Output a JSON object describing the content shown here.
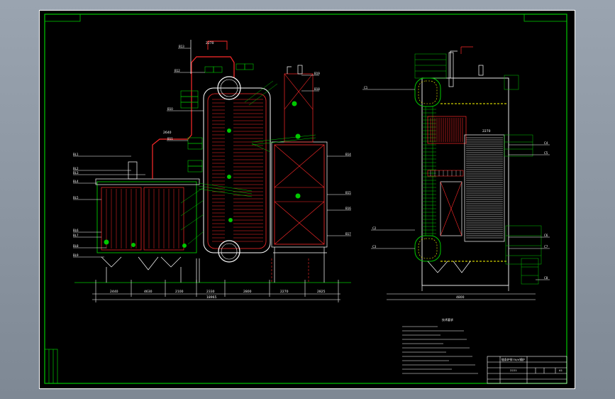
{
  "drawing": {
    "title_block": {
      "title": "链条炉排75t/h锅炉",
      "sub_no": "2221",
      "sheet_code": "A1"
    },
    "left_view_dims": {
      "bottom": [
        "2440",
        "4630",
        "2100",
        "2330",
        "2800",
        "2270",
        "2825"
      ],
      "total": "18965",
      "top_drum": "2270",
      "mid": "2640"
    },
    "right_view_dims": {
      "bottom_total": "4800",
      "top": "2270"
    },
    "tech_notes_title": "技术要求"
  }
}
